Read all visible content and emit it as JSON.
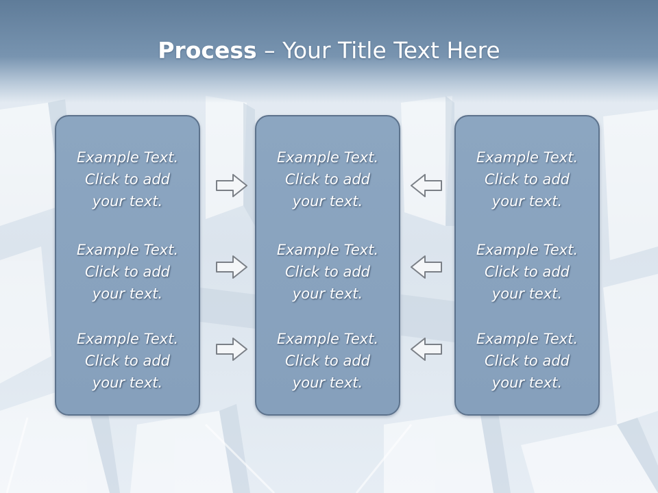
{
  "title": {
    "bold": "Process",
    "rest": " – Your Title Text Here"
  },
  "columns": [
    {
      "blocks": [
        {
          "line1": "Example Text.",
          "line2": "Click  to add",
          "line3": "your text."
        },
        {
          "line1": "Example Text.",
          "line2": "Click  to add",
          "line3": "your text."
        },
        {
          "line1": "Example Text.",
          "line2": "Click  to add",
          "line3": "your text."
        }
      ]
    },
    {
      "blocks": [
        {
          "line1": "Example Text.",
          "line2": "Click  to add",
          "line3": "your text."
        },
        {
          "line1": "Example Text.",
          "line2": "Click  to add",
          "line3": "your text."
        },
        {
          "line1": "Example Text.",
          "line2": "Click  to add",
          "line3": "your text."
        }
      ]
    },
    {
      "blocks": [
        {
          "line1": "Example Text.",
          "line2": "Click  to add",
          "line3": "your text."
        },
        {
          "line1": "Example Text.",
          "line2": "Click  to add",
          "line3": "your text."
        },
        {
          "line1": "Example Text.",
          "line2": "Click  to add",
          "line3": "your text."
        }
      ]
    }
  ],
  "arrows": {
    "left_group": "right-arrow-icon",
    "right_group": "left-arrow-icon"
  },
  "colors": {
    "header": "#6a86a3",
    "box_fill": "#8aa4bf",
    "box_border": "#5c728c",
    "text": "#ffffff",
    "arrow_fill": "#f4f6f8",
    "arrow_stroke": "#7a7f86"
  }
}
